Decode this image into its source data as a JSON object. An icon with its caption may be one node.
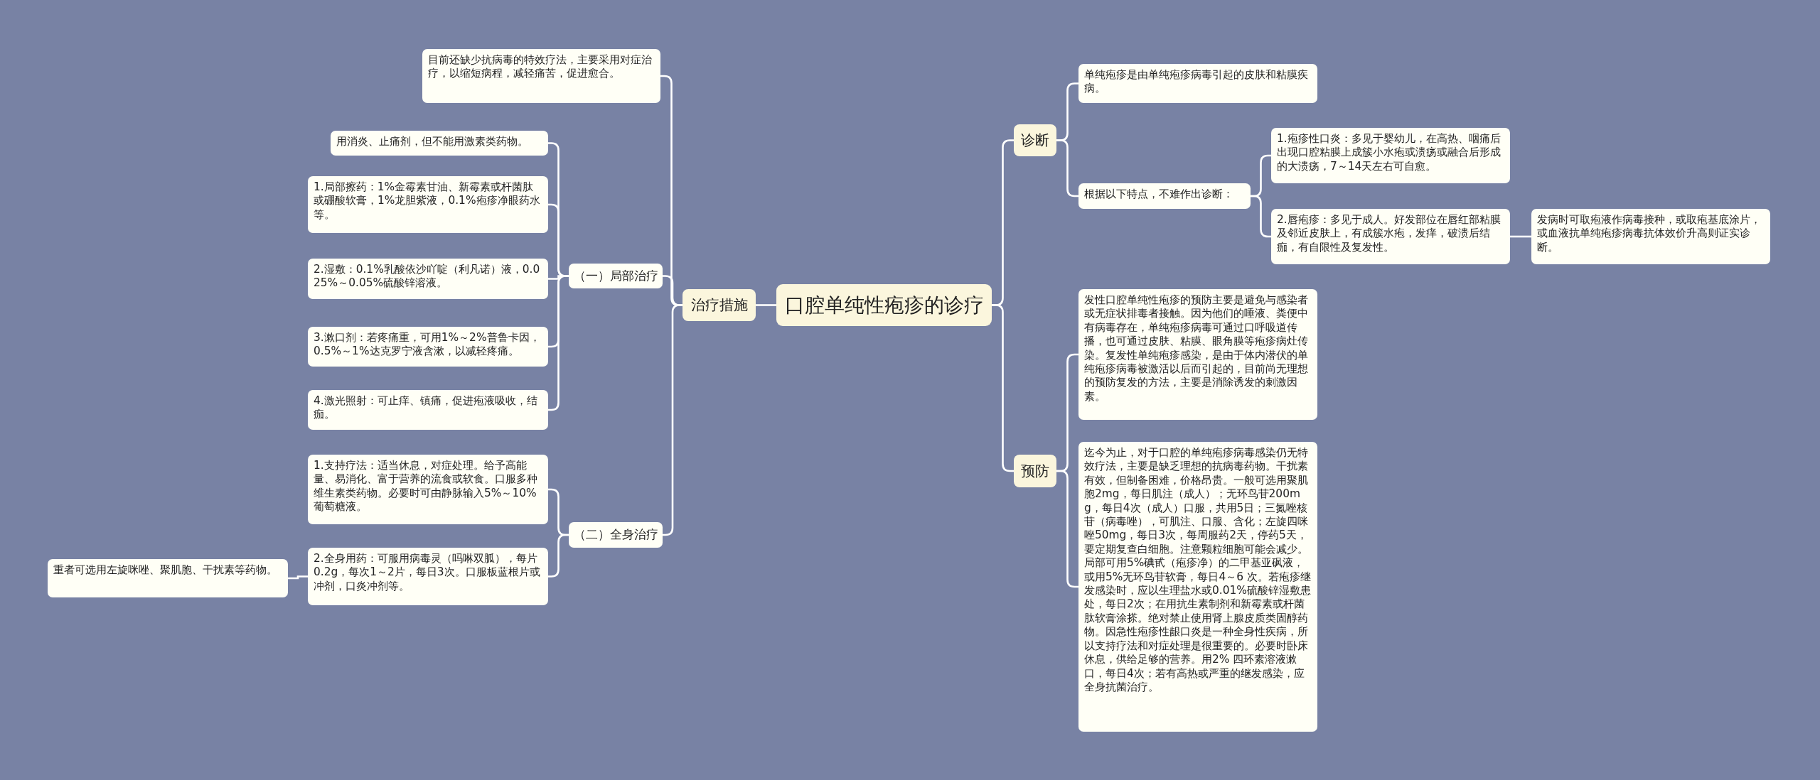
{
  "diagram": {
    "nodes": [
      {
        "text": [
          "口腔单纯性疱疹的诊疗"
        ]
      },
      {
        "text": [
          "治疗措施"
        ]
      },
      {
        "text": [
          "目前还缺少抗病毒的特效疗法，主要采用对症治疗，以缩短病程，减轻痛苦，促进愈合。"
        ]
      },
      {
        "text": [
          "（一）局部治疗"
        ]
      },
      {
        "text": [
          "用消炎、止痛剂，但不能用激素类药物。"
        ]
      },
      {
        "text": [
          "1.局部擦药：1%金霉素甘油、新霉素或杆菌肽或硼酸软膏，1%龙胆紫液，0.1%疱疹净眼药水等。"
        ]
      },
      {
        "text": [
          "2.湿敷：0.1%乳酸依沙吖啶（利凡诺）液，0.025%～0.05%硫酸锌溶液。"
        ]
      },
      {
        "text": [
          "3.漱口剂：若疼痛重，可用1%～2%普鲁卡因，0.5%～1%达克罗宁液含漱，以减轻疼痛。"
        ]
      },
      {
        "text": [
          "4.激光照射：可止痒、镇痛，促进疱液吸收，结痂。"
        ]
      },
      {
        "text": [
          "（二）全身治疗"
        ]
      },
      {
        "text": [
          "1.支持疗法：适当休息，对症处理。给予高能量、易消化、富于营养的流食或软食。口服多种维生素类药物。必要时可由静脉输入5%～10%葡萄糖液。"
        ]
      },
      {
        "text": [
          "2.全身用药：可服用病毒灵（吗啉双胍），每片0.2g，每次1～2片，每日3次。口服板蓝根片或冲剂，口炎冲剂等。"
        ]
      },
      {
        "text": [
          "重者可选用左旋咪唑、聚肌胞、干扰素等药物。"
        ]
      },
      {
        "text": [
          "诊断"
        ]
      },
      {
        "text": [
          "单纯疱疹是由单纯疱疹病毒引起的皮肤和粘膜疾病。"
        ]
      },
      {
        "text": [
          "根据以下特点，不难作出诊断："
        ]
      },
      {
        "text": [
          "1.疱疹性口炎：多见于婴幼儿，在高热、咽痛后出现口腔粘膜上成簇小水疱或溃疡或融合后形成的大溃疡，7～14天左右可自愈。"
        ]
      },
      {
        "text": [
          "2.唇疱疹：多见于成人。好发部位在唇红部粘膜及邻近皮肤上，有成簇水疱，发痒，破溃后结痂，有自限性及复发性。"
        ]
      },
      {
        "text": [
          "发病时可取疱液作病毒接种，或取疱基底涂片，或血液抗单纯疱疹病毒抗体效价升高则证实诊断。"
        ]
      },
      {
        "text": [
          "预防"
        ]
      },
      {
        "text": [
          "发性口腔单纯性疱疹的预防主要是避免与感染者或无症状排毒者接触。因为他们的唾液、粪便中有病毒存在，单纯疱疹病毒可通过口呼吸道传播，也可通过皮肤、粘膜、眼角膜等疱疹病灶传染。复发性单纯疱疹感染，是由于体内潜伏的单纯疱疹病毒被激活以后而引起的，目前尚无理想的预防复发的方法，主要是消除诱发的刺激因素。"
        ]
      },
      {
        "text": [
          "迄今为止，对于口腔的单纯疱疹病毒感染仍无特效疗法，主要是缺乏理想的抗病毒药物。干扰素有效，但制备困难，价格昂贵。一般可选用聚肌胞2mg，每日肌注（成人）；无环鸟苷200mg，每日4次（成人）口服，共用5日；三氮唑核苷（病毒唑），可肌注、口服、含化；左旋四咪唑50mg，每日3次，每周服药2天，停药5天，要定期复查白细胞。注意颗粒细胞可能会减少。局部可用5%碘甙（疱疹净）的二甲基亚砜液，或用5%无环鸟苷软膏，每日4～6 次。若疱疹继发感染时，应以生理盐水或0.01%硫酸锌湿敷患处，每日2次；在用抗生素制剂和新霉素或杆菌肽软膏涂搽。绝对禁止使用肾上腺皮质类固醇药物。因急性疱疹性龈口炎是一种全身性疾病，所以支持疗法和对症处理是很重要的。必要时卧床休息，供给足够的营养。用2% 四环素溶液漱口，每日4次；若有高热或严重的继发感染，应全身抗菌治疗。"
        ]
      }
    ],
    "edges": [
      {
        "from": 0,
        "to": 1,
        "arrow": "none"
      },
      {
        "from": 1,
        "to": 2,
        "arrow": "none"
      },
      {
        "from": 1,
        "to": 3,
        "arrow": "none"
      },
      {
        "from": 3,
        "to": 4,
        "arrow": "none"
      },
      {
        "from": 3,
        "to": 5,
        "arrow": "none"
      },
      {
        "from": 3,
        "to": 6,
        "arrow": "none"
      },
      {
        "from": 3,
        "to": 7,
        "arrow": "none"
      },
      {
        "from": 3,
        "to": 8,
        "arrow": "none"
      },
      {
        "from": 1,
        "to": 9,
        "arrow": "none"
      },
      {
        "from": 9,
        "to": 10,
        "arrow": "none"
      },
      {
        "from": 9,
        "to": 11,
        "arrow": "none"
      },
      {
        "from": 11,
        "to": 12,
        "arrow": "none"
      },
      {
        "from": 0,
        "to": 13,
        "arrow": "none"
      },
      {
        "from": 13,
        "to": 14,
        "arrow": "none"
      },
      {
        "from": 13,
        "to": 15,
        "arrow": "none"
      },
      {
        "from": 15,
        "to": 16,
        "arrow": "none"
      },
      {
        "from": 15,
        "to": 17,
        "arrow": "none"
      },
      {
        "from": 17,
        "to": 18,
        "arrow": "none"
      },
      {
        "from": 0,
        "to": 19,
        "arrow": "none"
      },
      {
        "from": 19,
        "to": 20,
        "arrow": "none"
      },
      {
        "from": 19,
        "to": 21,
        "arrow": "none"
      }
    ]
  }
}
